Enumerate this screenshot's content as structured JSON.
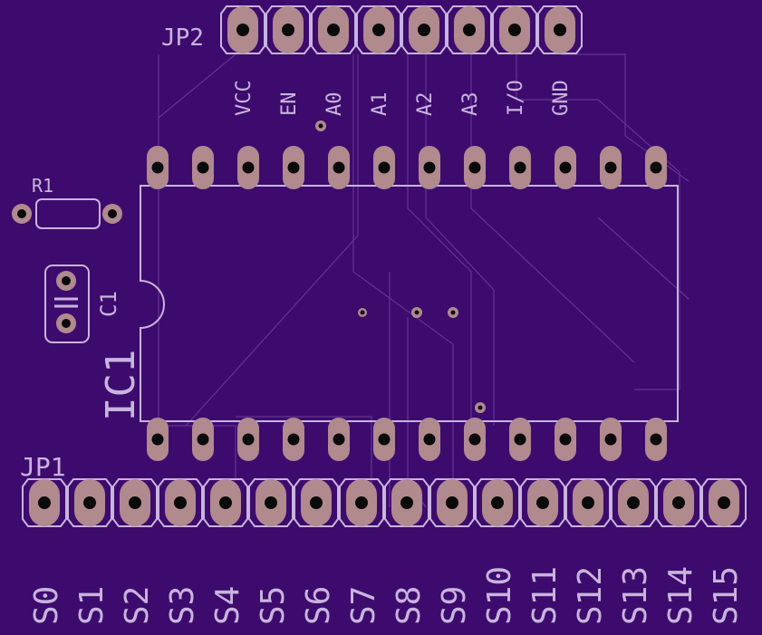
{
  "board": {
    "colors": {
      "substrate": "#3d0b6e",
      "copper_pad": "#b08a8c",
      "drill": "#0a0a0a",
      "silkscreen": "#c8b4dc",
      "trace_outline": "#6a3a96"
    }
  },
  "jp2": {
    "ref": "JP2",
    "pins": [
      "VCC",
      "EN",
      "A0",
      "A1",
      "A2",
      "A3",
      "I/O",
      "GND"
    ]
  },
  "jp1": {
    "ref": "JP1",
    "pins": [
      "S0",
      "S1",
      "S2",
      "S3",
      "S4",
      "S5",
      "S6",
      "S7",
      "S8",
      "S9",
      "S10",
      "S11",
      "S12",
      "S13",
      "S14",
      "S15"
    ]
  },
  "ic1": {
    "ref": "IC1",
    "pins_per_side": 12
  },
  "r1": {
    "ref": "R1"
  },
  "c1": {
    "ref": "C1"
  }
}
